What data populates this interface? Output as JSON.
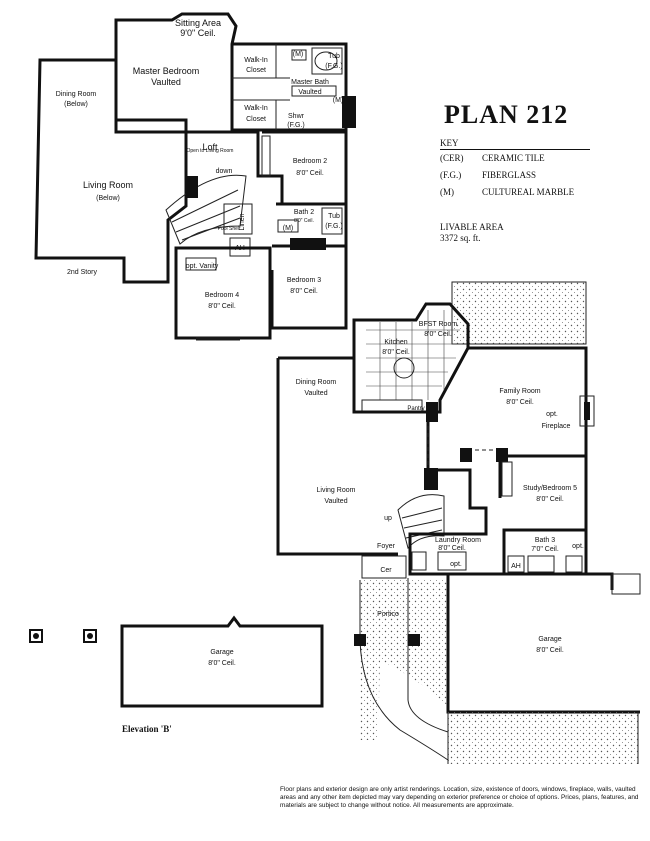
{
  "title": "PLAN 212",
  "key": {
    "heading": "KEY",
    "items": [
      {
        "code": "(CER)",
        "desc": "CERAMIC TILE"
      },
      {
        "code": "(F.G.)",
        "desc": "FIBERGLASS"
      },
      {
        "code": "(M)",
        "desc": "CULTUREAL MARBLE"
      }
    ]
  },
  "livable": {
    "label": "LIVABLE AREA",
    "value": "3372 sq. ft."
  },
  "second_story": {
    "story_label": "2nd Story",
    "sitting_area": {
      "name": "Sitting Area",
      "ceil": "9'0\" Ceil."
    },
    "master_bedroom": {
      "name": "Master Bedroom",
      "ceil": "Vaulted"
    },
    "walk_in_closet_1": {
      "name": "Walk-In",
      "sub": "Closet"
    },
    "walk_in_closet_2": {
      "name": "Walk-In",
      "sub": "Closet"
    },
    "master_bath": {
      "name": "Master Bath",
      "ceil": "Vaulted"
    },
    "tub": "Tub",
    "fg": "(F.G.)",
    "m": "(M)",
    "shwr": "Shwr",
    "dining_below": {
      "name": "Dining Room",
      "sub": "(Below)"
    },
    "open_to_living": "Open to Living Room",
    "loft": "Loft",
    "down": "down",
    "living_below": {
      "name": "Living Room",
      "sub": "(Below)"
    },
    "bedroom2": {
      "name": "Bedroom 2",
      "ceil": "8'0\" Ceil."
    },
    "bath2": {
      "name": "Bath 2",
      "ceil": "8'0\" Ceil."
    },
    "tub2": "Tub",
    "fg2": "(F.G.)",
    "m2": "(M)",
    "linen": "Linen",
    "pool_shelf": "Pool Shelf",
    "ah": "AH",
    "opt_vanity": "opt. Vanity",
    "bedroom3": {
      "name": "Bedroom 3",
      "ceil": "8'0\" Ceil."
    },
    "bedroom4": {
      "name": "Bedroom 4",
      "ceil": "8'0\" Ceil."
    }
  },
  "first_story": {
    "bfst_room": {
      "name": "BFST Room",
      "ceil": "8'0\" Ceil."
    },
    "kitchen": {
      "name": "Kitchen",
      "ceil": "8'0\" Ceil."
    },
    "pantry": "Pantry",
    "dining_room": {
      "name": "Dining Room",
      "ceil": "Vaulted"
    },
    "family_room": {
      "name": "Family Room",
      "ceil": "8'0\" Ceil."
    },
    "opt_fireplace": {
      "name": "opt.",
      "sub": "Fireplace"
    },
    "living_room": {
      "name": "Living Room",
      "ceil": "Vaulted"
    },
    "study": {
      "name": "Study/Bedroom 5",
      "ceil": "8'0\" Ceil."
    },
    "up": "up",
    "foyer": "Foyer",
    "laundry": {
      "name": "Laundry Room",
      "ceil": "8'0\" Ceil."
    },
    "bath3": {
      "name": "Bath 3",
      "ceil": "7'0\" Ceil."
    },
    "opt": "opt.",
    "ah": "AH",
    "cer": "Cer",
    "portico": "Portico",
    "garage": {
      "name": "Garage",
      "ceil": "8'0\" Ceil."
    }
  },
  "elevation_b": {
    "label": "Elevation 'B'",
    "garage": {
      "name": "Garage",
      "ceil": "8'0\" Ceil."
    }
  },
  "disclaimer": "Floor plans and exterior design are only artist renderings. Location, size, existence of doors, windows, fireplace, walls, vaulted areas and any other item depicted may vary depending on exterior preference or choice of options. Prices, plans, features, and materials are subject to change without notice. All measurements are approximate."
}
